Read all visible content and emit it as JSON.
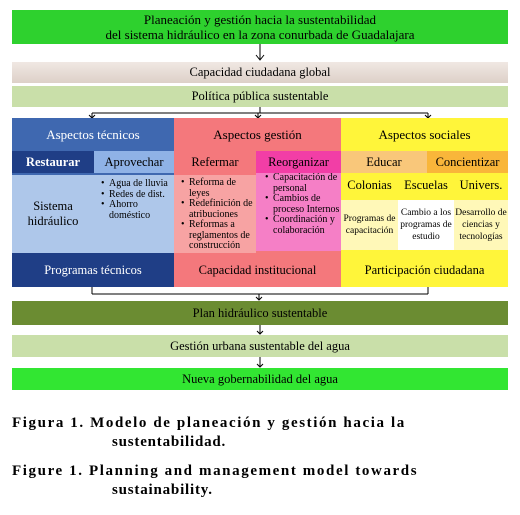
{
  "title": {
    "line1": "Planeación y gestión hacia la sustentabilidad",
    "line2": "del sistema hidráulico en la  zona conurbada de Guadalajara"
  },
  "bands": {
    "capacidad": "Capacidad ciudadana global",
    "politica": "Política pública sustentable",
    "plan": "Plan hidráulico sustentable",
    "gestion": "Gestión urbana sustentable del agua",
    "gobernabilidad": "Nueva gobernabilidad del agua"
  },
  "tecnicos": {
    "header": "Aspectos técnicos",
    "sub1": "Restaurar",
    "sub2": "Aprovechar",
    "body_label": "Sistema hidráulico",
    "bullets": [
      "Agua de lluvia",
      "Redes de dist.",
      "Ahorro doméstico"
    ],
    "footer": "Programas técnicos"
  },
  "gestion": {
    "header": "Aspectos gestión",
    "sub1": "Refermar",
    "sub2": "Reorganizar",
    "bullets_left": [
      "Reforma de leyes",
      "Redefinición de atribuciones",
      "Reformas a reglamentos de construcción"
    ],
    "bullets_right": [
      "Capacitación de personal",
      "Cambios de proceso Internos",
      "Coordinación y colaboración"
    ],
    "footer": "Capacidad institucional"
  },
  "sociales": {
    "header": "Aspectos sociales",
    "sub1": "Educar",
    "sub2": "Concientizar",
    "labels": [
      "Colonias",
      "Escuelas",
      "Univers."
    ],
    "cells": [
      "Programas de capacitación",
      "Cambio a los programas de estudio",
      "Desarrollo de ciencias y tecnologías"
    ],
    "footer": "Participación ciudadana"
  },
  "caption": {
    "es_line1": "Figura 1. Modelo de planeación y gestión hacia la",
    "es_line2": "sustentabilidad.",
    "en_line1": "Figure 1. Planning and management model towards",
    "en_line2": "sustainability."
  },
  "colors": {
    "title_green": "#2ed12e",
    "tech_blue": "#3f68b0",
    "tech_dark": "#1f3e86",
    "gestion_red": "#f4787c",
    "gestion_pink": "#f23ea6",
    "social_yellow": "#fff53a",
    "social_orange": "#f9b63a",
    "plan_olive": "#6b8c32",
    "light_green": "#c9dfa9"
  }
}
